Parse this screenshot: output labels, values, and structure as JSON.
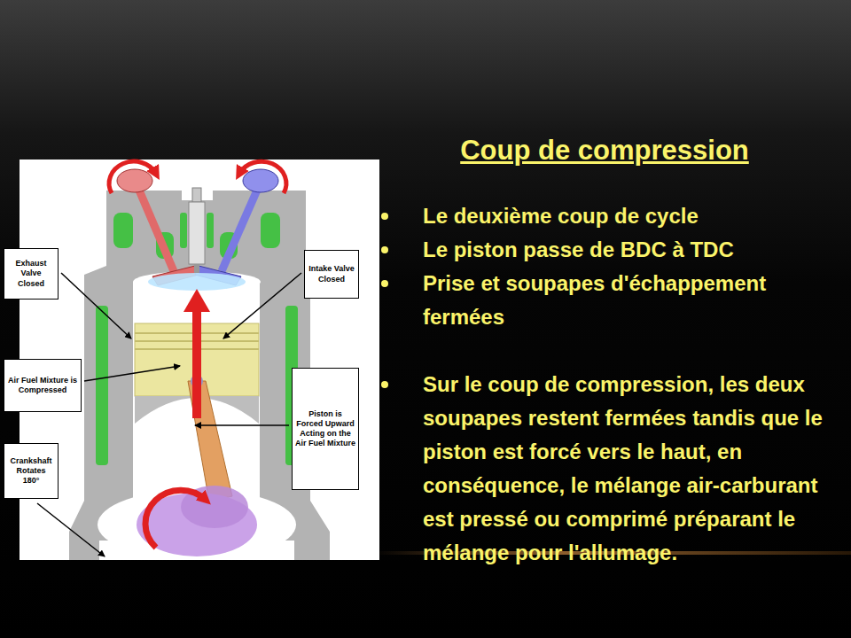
{
  "diagram": {
    "title": "Coup de compression",
    "nodes": [
      {
        "text": [
          "Exhaust Valve Closed"
        ]
      },
      {
        "text": [
          "Intake Valve Closed"
        ]
      },
      {
        "text": [
          "Air Fuel Mixture is Compressed"
        ]
      },
      {
        "text": [
          "Piston is Forced Upward Acting on the Air Fuel Mixture"
        ]
      },
      {
        "text": [
          "Crankshaft Rotates 180°"
        ]
      }
    ],
    "labels": [
      "Le deuxième coup de cycle",
      "Le piston passe de BDC à TDC",
      "Prise et soupapes d'échappement fermées",
      "Sur le coup de compression, les deux soupapes restent fermées tandis que le piston est forcé vers le haut, en conséquence, le mélange air-carburant est pressé ou comprimé préparant le mélange pour l'allumage."
    ]
  }
}
